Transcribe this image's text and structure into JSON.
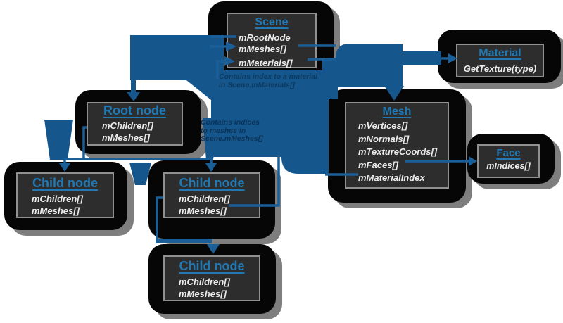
{
  "diagram": {
    "nodes": {
      "scene": {
        "title": "Scene",
        "fields": [
          "mRootNode",
          "mMeshes[]",
          "mMaterials[]"
        ]
      },
      "material": {
        "title": "Material",
        "fields": [
          "GetTexture(type)"
        ]
      },
      "mesh": {
        "title": "Mesh",
        "fields": [
          "mVertices[]",
          "mNormals[]",
          "mTextureCoords[]",
          "mFaces[]",
          "mMaterialIndex"
        ]
      },
      "face": {
        "title": "Face",
        "fields": [
          "mIndices[]"
        ]
      },
      "root": {
        "title": "Root node",
        "fields": [
          "mChildren[]",
          "mMeshes[]"
        ]
      },
      "child1": {
        "title": "Child node",
        "fields": [
          "mChildren[]",
          "mMeshes[]"
        ]
      },
      "child2": {
        "title": "Child node",
        "fields": [
          "mChildren[]",
          "mMeshes[]"
        ]
      },
      "child3": {
        "title": "Child node",
        "fields": [
          "mChildren[]",
          "mMeshes[]"
        ]
      }
    },
    "annotations": {
      "material_note": {
        "line1": "Contains index to a material",
        "line2": "in Scene.mMaterials[]"
      },
      "mesh_note": {
        "line1": "Contains indices",
        "line2": "to meshes in",
        "line3": "Scene.mMeshes[]"
      }
    },
    "colors": {
      "background": "#FFFFFF",
      "node_fill": "#2D2D2D",
      "node_border": "#909090",
      "node_shadow": "#060606",
      "shadow_gray": "#7E7E7E",
      "title_accent": "#2079B4",
      "flow_arrow": "#15568C",
      "connector_line": "#1B5F99",
      "note_text": "#0C3A61",
      "field_text": "#ECECEC"
    }
  }
}
